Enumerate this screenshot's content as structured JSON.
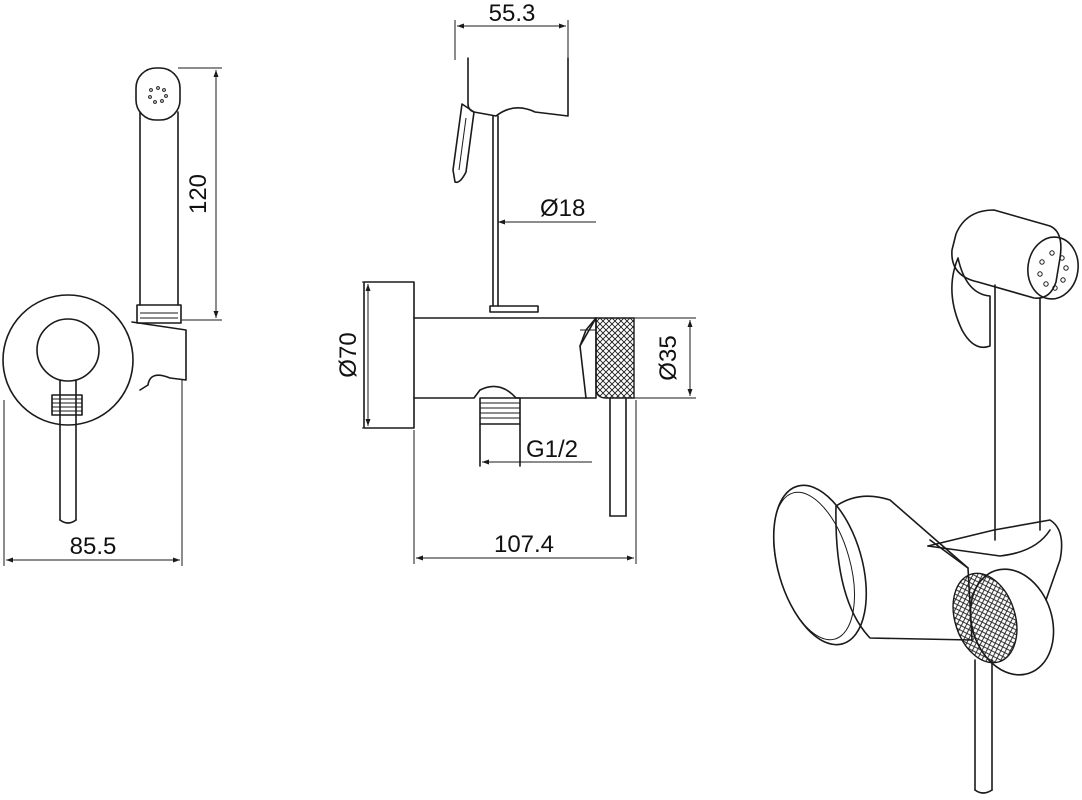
{
  "dimensions": {
    "front_width": "85.5",
    "front_height": "120",
    "side_holder_width": "55.3",
    "side_hose_diameter": "Ø18",
    "side_plate_diameter": "Ø70",
    "side_knob_diameter": "Ø35",
    "side_thread": "G1/2",
    "side_length": "107.4"
  }
}
